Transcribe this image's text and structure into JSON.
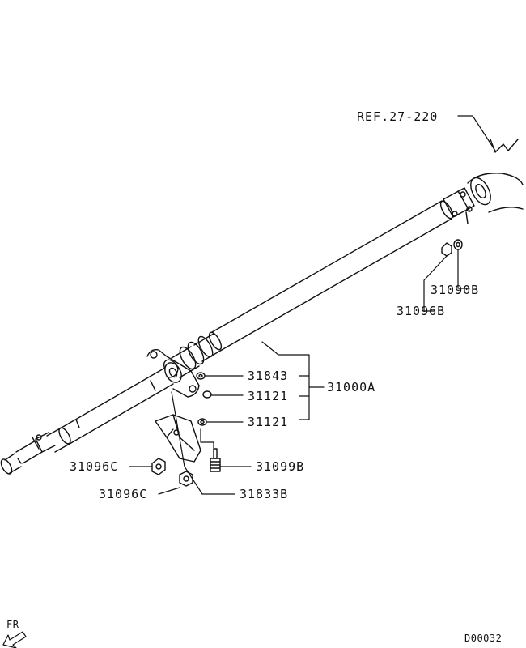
{
  "labels": {
    "ref": "REF.27-220",
    "p31090b": "31090B",
    "p31096b": "31096B",
    "p31843": "31843",
    "p31121_top": "31121",
    "p31121_bottom": "31121",
    "p31000a": "31000A",
    "p31096c_left": "31096C",
    "p31099b": "31099B",
    "p31096c_lower": "31096C",
    "p31833b": "31833B",
    "fr": "FR",
    "diagram_code": "D00032"
  },
  "colors": {
    "ink": "#111111",
    "background": "#ffffff"
  }
}
